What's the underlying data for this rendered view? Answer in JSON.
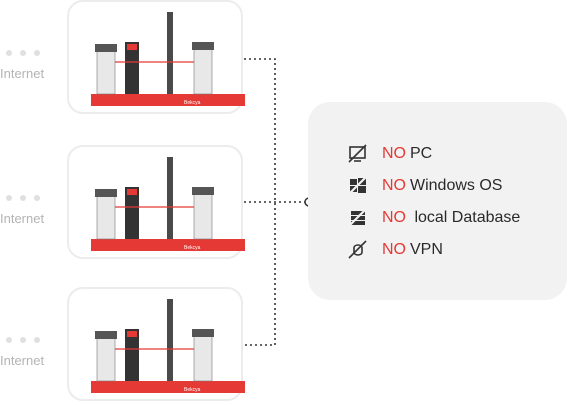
{
  "rows": [
    {
      "internet_label": "Internet",
      "brand": "Bekcya"
    },
    {
      "internet_label": "Internet",
      "brand": "Bekcya"
    },
    {
      "internet_label": "Internet",
      "brand": "Bekcya"
    }
  ],
  "features": [
    {
      "no": "NO",
      "text": "PC",
      "icon": "monitor-off-icon"
    },
    {
      "no": "NO",
      "text": "Windows OS",
      "icon": "windows-off-icon"
    },
    {
      "no": "NO",
      "text": " local Database",
      "icon": "database-off-icon"
    },
    {
      "no": "NO",
      "text": "VPN",
      "icon": "vpn-off-icon"
    }
  ],
  "colors": {
    "accent": "#e53935",
    "panel": "#f2f2f2",
    "card_border": "#ececec"
  }
}
